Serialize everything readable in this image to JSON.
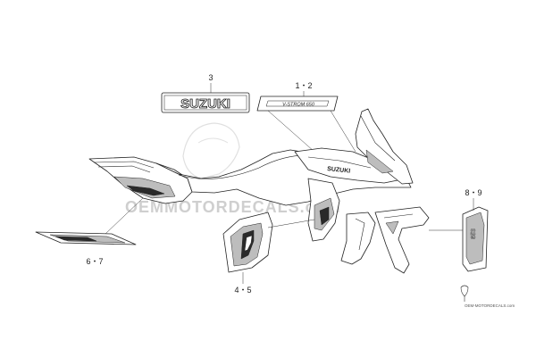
{
  "labels": {
    "part_3": "3",
    "part_1_2": "1・2",
    "part_6_7": "6・7",
    "part_4_5": "4・5",
    "part_8_9": "8・9"
  },
  "decals": {
    "suzuki_emblem_text": "SUZUKI",
    "tank_logo_text": "SUZUKI",
    "side_model_text": "V-STROM 650"
  },
  "watermark": {
    "main": "OEMMOTORDECALS.com",
    "small": "OEM-MOTORDECALS.com"
  },
  "colors": {
    "line": "#222222",
    "watermark": "#cfcfcf",
    "shade": "#bdbdbd"
  }
}
